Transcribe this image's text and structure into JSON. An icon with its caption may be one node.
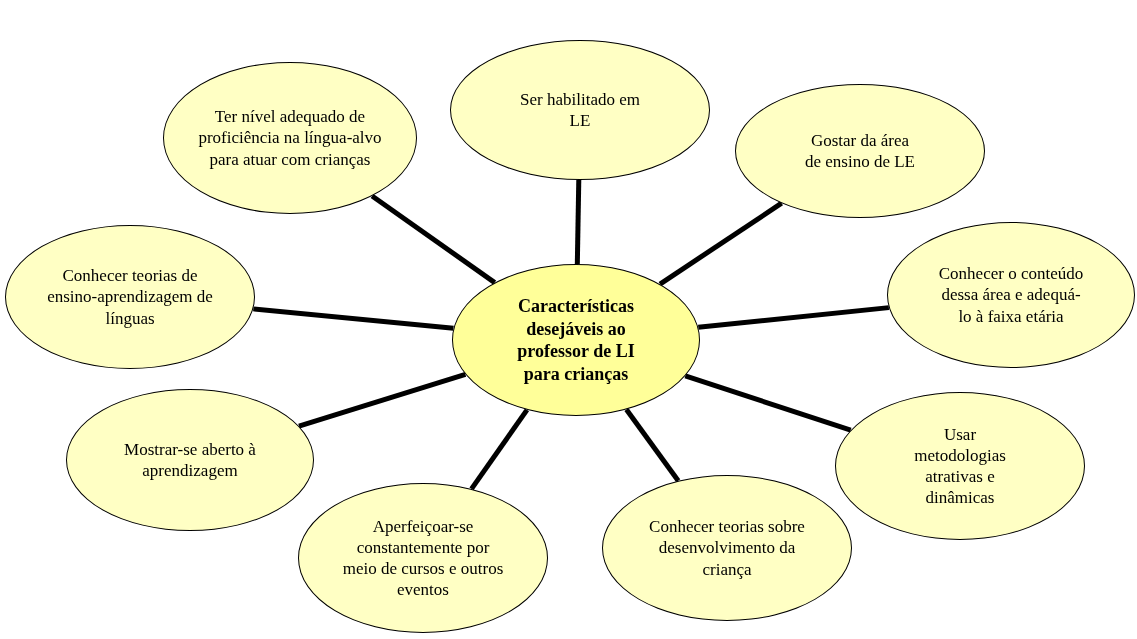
{
  "diagram": {
    "nodes": [
      {
        "text": [
          "Características desejáveis ao professor de LI para crianças"
        ]
      },
      {
        "text": [
          "Ser habilitado em LE"
        ]
      },
      {
        "text": [
          "Ter nível adequado de proficiência na língua-alvo para atuar com crianças"
        ]
      },
      {
        "text": [
          "Gostar da área de ensino de LE"
        ]
      },
      {
        "text": [
          "Conhecer teorias de ensino-aprendizagem de línguas"
        ]
      },
      {
        "text": [
          "Conhecer o conteúdo dessa área e adequá-lo à faixa etária"
        ]
      },
      {
        "text": [
          "Mostrar-se aberto à aprendizagem"
        ]
      },
      {
        "text": [
          "Usar metodologias atrativas e dinâmicas"
        ]
      },
      {
        "text": [
          "Aperfeiçoar-se constantemente por meio de cursos e outros eventos"
        ]
      },
      {
        "text": [
          "Conhecer teorias sobre desenvolvimento da criança"
        ]
      }
    ],
    "edges": [
      {
        "from": 0,
        "to": 1,
        "arrow": "none"
      },
      {
        "from": 0,
        "to": 2,
        "arrow": "none"
      },
      {
        "from": 0,
        "to": 3,
        "arrow": "none"
      },
      {
        "from": 0,
        "to": 4,
        "arrow": "none"
      },
      {
        "from": 0,
        "to": 5,
        "arrow": "none"
      },
      {
        "from": 0,
        "to": 6,
        "arrow": "none"
      },
      {
        "from": 0,
        "to": 7,
        "arrow": "none"
      },
      {
        "from": 0,
        "to": 8,
        "arrow": "none"
      },
      {
        "from": 0,
        "to": 9,
        "arrow": "none"
      }
    ]
  }
}
